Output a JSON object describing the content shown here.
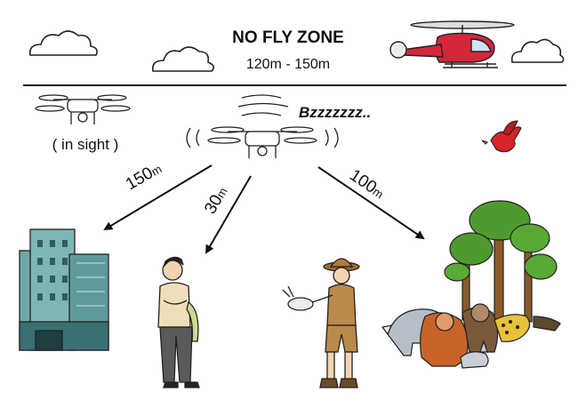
{
  "header": {
    "title": "NO FLY ZONE",
    "altitude_range": "120m - 150m"
  },
  "drone_left": {
    "caption": "( in sight )"
  },
  "drone_center": {
    "sound": "Bzzzzzzz.."
  },
  "distances": {
    "building": {
      "value": "150",
      "unit": "m"
    },
    "person": {
      "value": "30",
      "unit": "m"
    },
    "wildlife": {
      "value": "100",
      "unit": "m"
    }
  },
  "colors": {
    "line": "#111111",
    "helicopter_red": "#d6263a",
    "bird_red": "#d8232a",
    "building_glass": "#6fa8a8",
    "tree_green": "#4f9a2f",
    "trunk_brown": "#8a5a2b",
    "khaki": "#b98a4a",
    "orangutan": "#c8632a"
  },
  "icons": [
    "cloud-icon",
    "helicopter-icon",
    "drone-icon",
    "bird-icon",
    "building-icon",
    "person-icon",
    "ranger-icon",
    "animals-icon",
    "tree-icon"
  ]
}
